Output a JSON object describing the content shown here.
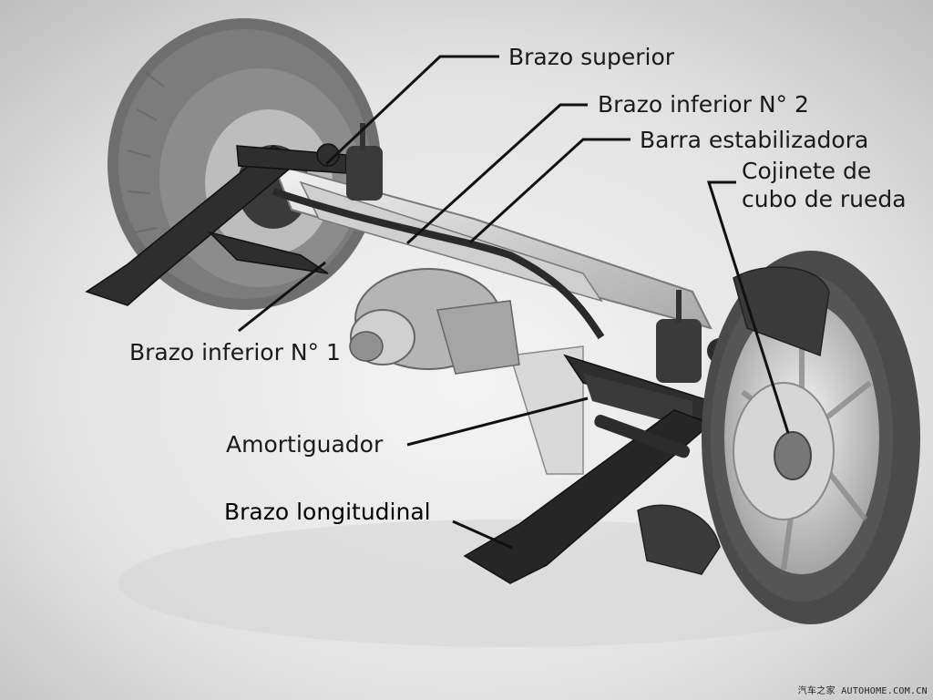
{
  "labels": {
    "upper_arm": "Brazo superior",
    "lower_arm_2": "Brazo inferior N° 2",
    "stabilizer_bar": "Barra estabilizadora",
    "hub_bearing_line1": "Cojinete de",
    "hub_bearing_line2": "cubo de rueda",
    "lower_arm_1": "Brazo inferior N° 1",
    "shock_absorber": "Amortiguador",
    "trailing_arm": "Brazo longitudinal"
  },
  "watermark": "汽车之家 AUTOHOME.COM.CN",
  "colors": {
    "background_top": "#c9c9c9",
    "background_bottom": "#f4f4f4",
    "tire": "#5a5a5a",
    "metal": "#d8d8d8",
    "dark_part": "#2a2a2a",
    "leader_line": "#111111"
  }
}
